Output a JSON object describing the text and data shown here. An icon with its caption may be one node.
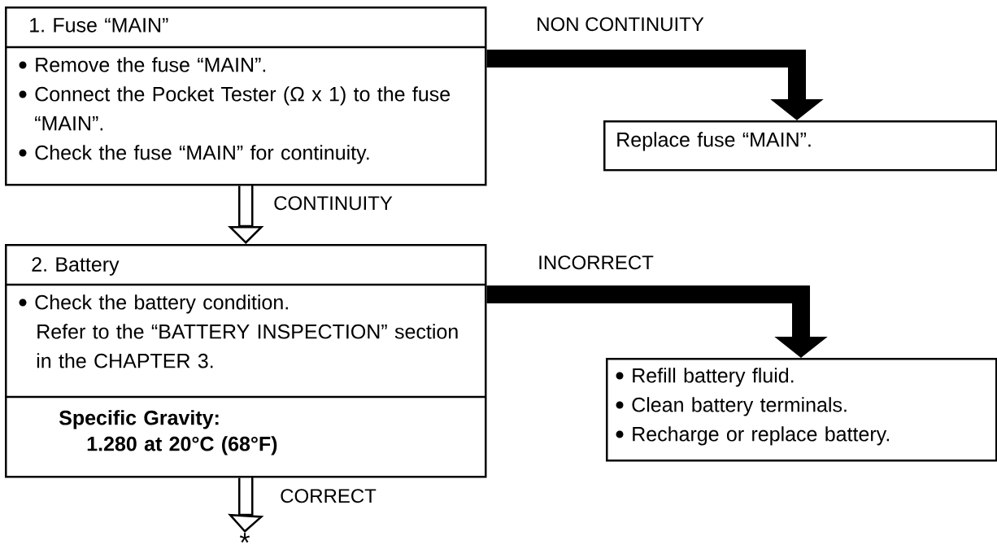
{
  "diagram": {
    "nodes": [
      {
        "text": [
          "1. Fuse “MAIN”",
          "Remove the fuse “MAIN”.",
          "Connect the Pocket Tester (Ω x 1) to the fuse “MAIN”.",
          "Check the fuse “MAIN” for continuity."
        ]
      },
      {
        "text": [
          "Replace fuse “MAIN”."
        ]
      },
      {
        "text": [
          "2. Battery",
          "Check the battery condition.",
          "Refer to the “BATTERY INSPECTION” section in the CHAPTER 3.",
          "Specific Gravity:",
          "1.280 at 20°C (68°F)"
        ]
      },
      {
        "text": [
          "Refill battery fluid.",
          "Clean battery terminals.",
          "Recharge or replace battery."
        ]
      },
      {
        "text": [
          "*"
        ]
      }
    ],
    "edges": [
      {
        "from": 0,
        "to": 1,
        "arrow": "to",
        "label": "NON CONTINUITY",
        "style": "thick"
      },
      {
        "from": 0,
        "to": 2,
        "arrow": "to",
        "label": "CONTINUITY"
      },
      {
        "from": 2,
        "to": 3,
        "arrow": "to",
        "label": "INCORRECT",
        "style": "thick"
      },
      {
        "from": 2,
        "to": 4,
        "arrow": "to",
        "label": "CORRECT"
      }
    ]
  }
}
